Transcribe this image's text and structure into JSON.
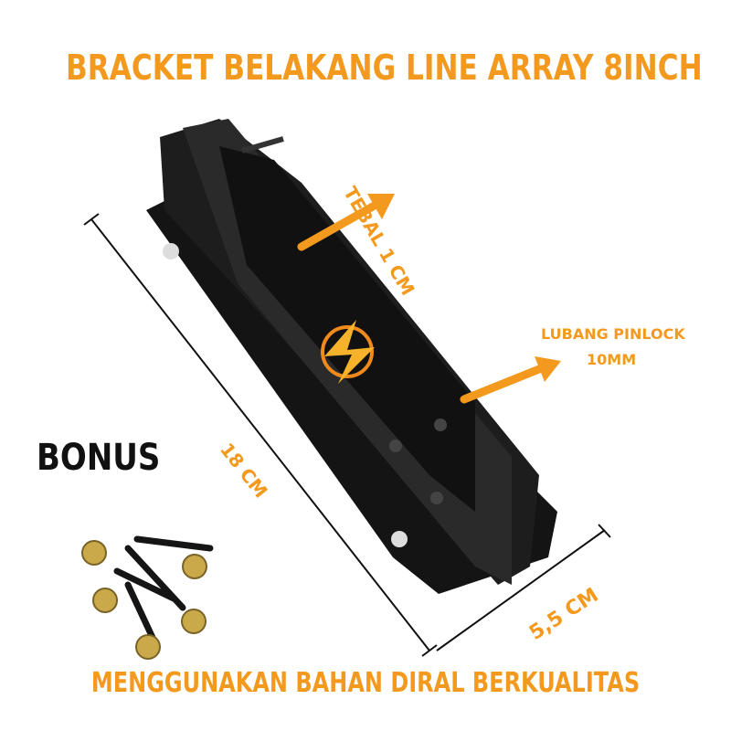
{
  "title": "BRACKET BELAKANG LINE ARRAY 8INCH",
  "annotations": {
    "thickness": "TEBAL 1 CM",
    "pinlock_line1": "LUBANG PINLOCK",
    "pinlock_line2": "10MM",
    "length": "18 CM",
    "width": "5,5 CM"
  },
  "bonus_label": "BONUS",
  "footer": "MENGGUNAKAN BAHAN DIRAL BERKUALITAS",
  "colors": {
    "accent": "#f39a1e",
    "product": "#141414"
  },
  "icons": [
    "lightning-logo-watermark",
    "arrow-right-up"
  ]
}
